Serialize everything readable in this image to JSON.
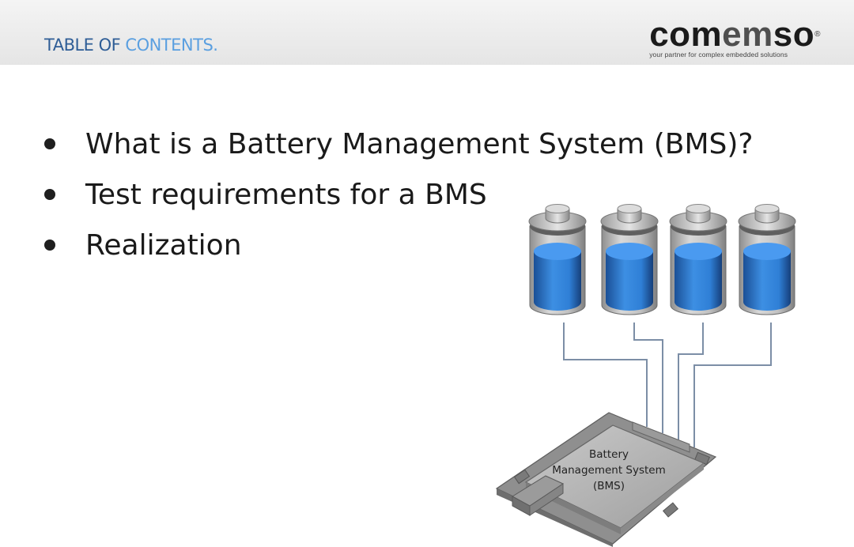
{
  "header": {
    "title_part1": "TABLE OF ",
    "title_part2": "CONTENTS.",
    "logo": {
      "part1": "com",
      "part2": "em",
      "part3": "so",
      "registered_mark": "®",
      "tagline": "your partner for complex embedded solutions"
    }
  },
  "bullets": [
    {
      "text": "What is a Battery Management System (BMS)?"
    },
    {
      "text": "Test requirements for a BMS"
    },
    {
      "text": "Realization"
    }
  ],
  "illustration": {
    "battery_count": 4,
    "bms_label": [
      "Battery",
      "Management System",
      "(BMS)"
    ],
    "colors": {
      "liquid": "#2f7fd6",
      "liquid_dark": "#1a4f96",
      "casing": "#b7b7b7",
      "wire": "#7c8ea6",
      "board": "#a8a8a8"
    }
  },
  "theme": {
    "title_color": "#2e5d96",
    "title_accent": "#5a9fe0",
    "header_bg": "#ececec"
  }
}
